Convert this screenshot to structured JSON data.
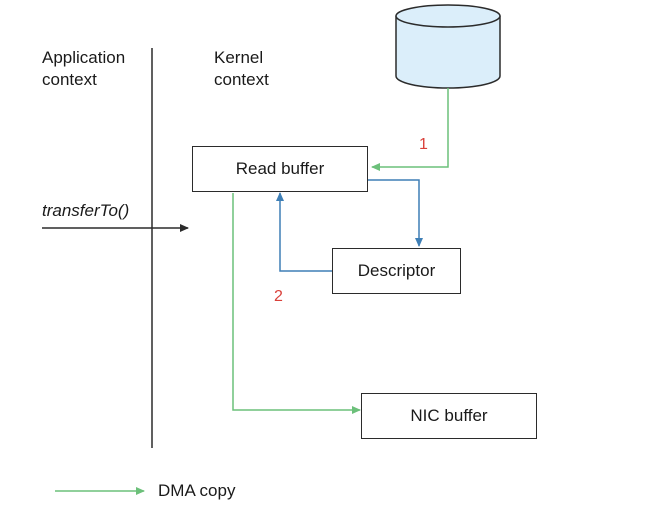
{
  "columns": {
    "application": "Application\ncontext",
    "kernel": "Kernel\ncontext"
  },
  "nodes": {
    "read_buffer": "Read buffer",
    "descriptor": "Descriptor",
    "nic_buffer": "NIC buffer",
    "disk": "disk-cylinder"
  },
  "call": "transferTo()",
  "steps": {
    "one": "1",
    "two": "2"
  },
  "legend": {
    "dma_copy": "DMA copy"
  },
  "colors": {
    "dma": "#6cc07a",
    "descriptor_path": "#3f7fb6",
    "step_number": "#d9403a",
    "disk_fill": "#dbeefa",
    "line": "#2b2b2b"
  }
}
